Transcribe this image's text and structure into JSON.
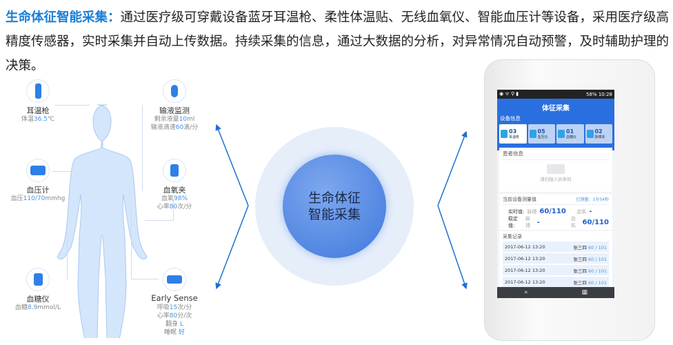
{
  "intro": {
    "heading": "生命体征智能采集：",
    "text": "通过医疗级可穿戴设备蓝牙耳温枪、柔性体温贴、无线血氧仪、智能血压计等设备，采用医疗级高精度传感器，实时采集并自动上传数据。持续采集的信息，通过大数据的分析，对异常情况自动预警，及时辅助护理的决策。"
  },
  "devices": {
    "ear": {
      "name": "耳温枪",
      "l1": "体温",
      "v1": "36.5",
      "u1": "℃"
    },
    "infusion": {
      "name": "输液监测",
      "l1": "剩余液量",
      "v1": "10",
      "u1": "ml",
      "l2": "输液滴速",
      "v2": "60",
      "u2": "滴/分"
    },
    "bp": {
      "name": "血压计",
      "l1": "血压",
      "v1": "110/70",
      "u1": "mmhg"
    },
    "spo2": {
      "name": "血氧夹",
      "l1": "血氧",
      "v1": "98%",
      "l2": "心率",
      "v2": "80",
      "u2": "次/分"
    },
    "glucose": {
      "name": "血糖仪",
      "l1": "血糖",
      "v1": "8.9",
      "u1": "mmol/L"
    },
    "early": {
      "name": "Early Sense",
      "l1": "呼吸",
      "v1": "15",
      "u1": "次/分",
      "l2": "心率",
      "v2": "80",
      "u2": "分/次",
      "l3": "翻身",
      "v3": "L",
      "l4": "睡眠",
      "v4": "好"
    }
  },
  "center": {
    "line1": "生命体征",
    "line2": "智能采集"
  },
  "phone": {
    "status_right": "58% 10:28",
    "title": "体征采集",
    "device_info": "设备信息",
    "cards": [
      {
        "n": "03",
        "l": "耳温枪"
      },
      {
        "n": "05",
        "l": "血压仪"
      },
      {
        "n": "01",
        "l": "血糖仪"
      },
      {
        "n": "02",
        "l": "脉搏夹"
      }
    ],
    "patient_info": "患者信息",
    "scan_hint": "请扫描人员条码",
    "measure_title": "当前设备测量值",
    "measured": "已测量：1分54秒",
    "realtime": "实时值:",
    "stable": "稳定值:",
    "pulse": "脉搏",
    "spo2": "血氧",
    "rt_pulse": "60/110",
    "rt_spo2": "-",
    "st_pulse": "-",
    "st_spo2": "60/110",
    "records_title": "采集记录",
    "records": [
      {
        "t": "2017-06-12 13:20",
        "name": "张三四",
        "v": "60 / 101"
      },
      {
        "t": "2017-06-12 13:20",
        "name": "张三四",
        "v": "60 / 101"
      },
      {
        "t": "2017-06-12 13:20",
        "name": "张三四",
        "v": "60 / 101"
      },
      {
        "t": "2017-06-12 13:20",
        "name": "张三四",
        "v": "60 / 101"
      }
    ],
    "nav_back": "«",
    "nav_menu": "▦"
  },
  "colors": {
    "accent": "#1a7fd9",
    "body": "#d4e6fb",
    "circle": "#4a86e0"
  }
}
